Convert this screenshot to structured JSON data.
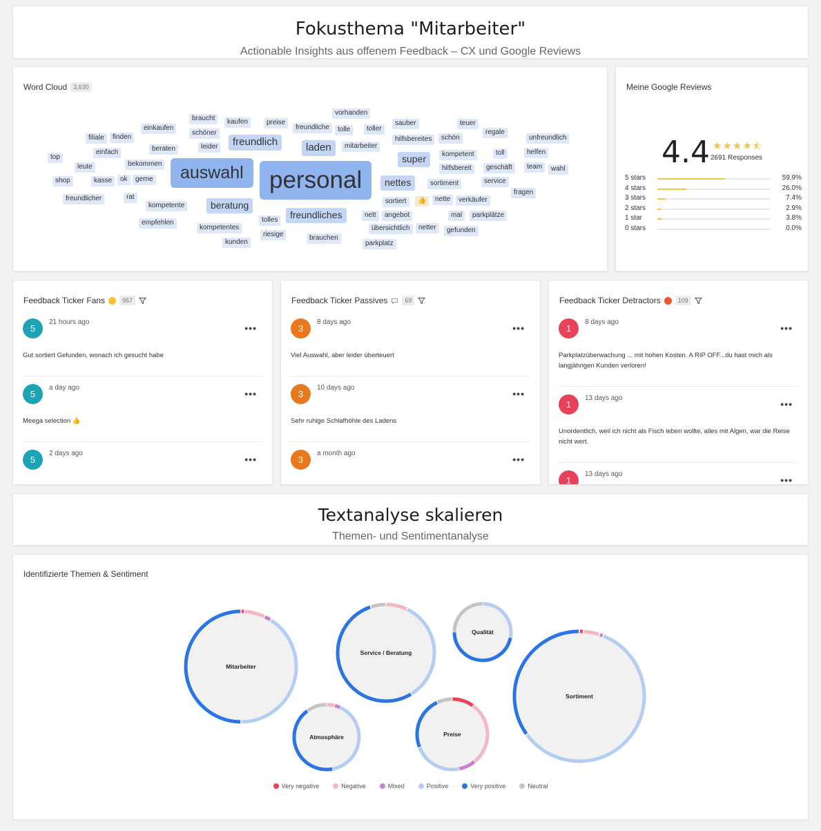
{
  "header1": {
    "title": "Fokusthema \"Mitarbeiter\"",
    "subtitle": "Actionable Insights aus offenem Feedback – CX und Google Reviews"
  },
  "wordcloud": {
    "title": "Word Cloud",
    "count": "3,630",
    "words": [
      {
        "text": "personal",
        "level": 1
      },
      {
        "text": "auswahl",
        "level": 1
      },
      {
        "text": "freundlich",
        "level": 2
      },
      {
        "text": "laden",
        "level": 2
      },
      {
        "text": "beratung",
        "level": 2
      },
      {
        "text": "freundliches",
        "level": 2
      },
      {
        "text": "super",
        "level": 2
      },
      {
        "text": "nettes",
        "level": 2
      },
      {
        "text": "braucht",
        "level": 3
      },
      {
        "text": "kaufen",
        "level": 3
      },
      {
        "text": "preise",
        "level": 3
      },
      {
        "text": "freundliche",
        "level": 3
      },
      {
        "text": "tolle",
        "level": 3
      },
      {
        "text": "toller",
        "level": 3
      },
      {
        "text": "vorhanden",
        "level": 3
      },
      {
        "text": "sauber",
        "level": 3
      },
      {
        "text": "teuer",
        "level": 3
      },
      {
        "text": "regale",
        "level": 3
      },
      {
        "text": "unfreundlich",
        "level": 3
      },
      {
        "text": "schöner",
        "level": 3
      },
      {
        "text": "einkaufen",
        "level": 3
      },
      {
        "text": "filiale",
        "level": 3
      },
      {
        "text": "finden",
        "level": 3
      },
      {
        "text": "einfach",
        "level": 3
      },
      {
        "text": "beraten",
        "level": 3
      },
      {
        "text": "leider",
        "level": 3
      },
      {
        "text": "top",
        "level": 3
      },
      {
        "text": "leute",
        "level": 3
      },
      {
        "text": "bekommen",
        "level": 3
      },
      {
        "text": "shop",
        "level": 3
      },
      {
        "text": "kasse",
        "level": 3
      },
      {
        "text": "ok",
        "level": 3
      },
      {
        "text": "gerne",
        "level": 3
      },
      {
        "text": "freundlicher",
        "level": 3
      },
      {
        "text": "rat",
        "level": 3
      },
      {
        "text": "kompetente",
        "level": 3
      },
      {
        "text": "empfehlen",
        "level": 3
      },
      {
        "text": "kompetentes",
        "level": 3
      },
      {
        "text": "kunden",
        "level": 3
      },
      {
        "text": "tolles",
        "level": 3
      },
      {
        "text": "riesige",
        "level": 3
      },
      {
        "text": "brauchen",
        "level": 3
      },
      {
        "text": "mitarbeiter",
        "level": 3
      },
      {
        "text": "hilfsbereites",
        "level": 3
      },
      {
        "text": "schön",
        "level": 3
      },
      {
        "text": "kompetent",
        "level": 3
      },
      {
        "text": "toll",
        "level": 3
      },
      {
        "text": "helfen",
        "level": 3
      },
      {
        "text": "hilfsbereit",
        "level": 3
      },
      {
        "text": "geschäft",
        "level": 3
      },
      {
        "text": "team",
        "level": 3
      },
      {
        "text": "wahl",
        "level": 3
      },
      {
        "text": "sortiment",
        "level": 3
      },
      {
        "text": "service",
        "level": 3
      },
      {
        "text": "fragen",
        "level": 3
      },
      {
        "text": "sortiert",
        "level": 3
      },
      {
        "text": "nette",
        "level": 3
      },
      {
        "text": "verkäufer",
        "level": 3
      },
      {
        "text": "nett",
        "level": 3
      },
      {
        "text": "angebot",
        "level": 3
      },
      {
        "text": "mal",
        "level": 3
      },
      {
        "text": "parkplätze",
        "level": 3
      },
      {
        "text": "übersichtlich",
        "level": 3
      },
      {
        "text": "netter",
        "level": 3
      },
      {
        "text": "gefunden",
        "level": 3
      },
      {
        "text": "parkplatz",
        "level": 3
      },
      {
        "text": "👍",
        "level": 3
      }
    ]
  },
  "google": {
    "title": "Meine Google Reviews",
    "rating": "4.4",
    "stars": "★★★★⯪",
    "responses": "2691 Responses",
    "rows": [
      {
        "label": "5 stars",
        "value": 59.9,
        "pct": "59.9%"
      },
      {
        "label": "4 stars",
        "value": 26.0,
        "pct": "26.0%"
      },
      {
        "label": "3 stars",
        "value": 7.4,
        "pct": "7.4%"
      },
      {
        "label": "2 stars",
        "value": 2.9,
        "pct": "2.9%"
      },
      {
        "label": "1 star",
        "value": 3.8,
        "pct": "3.8%"
      },
      {
        "label": "0 stars",
        "value": 0.0,
        "pct": "0.0%"
      }
    ]
  },
  "fans": {
    "title": "Feedback Ticker Fans",
    "count": "957",
    "color": "#1ea3b5",
    "items": [
      {
        "score": "5",
        "time": "21 hours ago",
        "text": "Gut sortiert Gefunden, wonach ich gesucht habe"
      },
      {
        "score": "5",
        "time": "a day ago",
        "text": "Meega selection 👍"
      },
      {
        "score": "5",
        "time": "2 days ago",
        "text": ""
      }
    ]
  },
  "passives": {
    "title": "Feedback Ticker Passives",
    "count": "69",
    "color": "#e8781c",
    "items": [
      {
        "score": "3",
        "time": "8 days ago",
        "text": "Viel Auswahl, aber leider überteuert"
      },
      {
        "score": "3",
        "time": "10 days ago",
        "text": "Sehr ruhige Schlafhöhle des Ladens"
      },
      {
        "score": "3",
        "time": "a month ago",
        "text": ""
      }
    ]
  },
  "detractors": {
    "title": "Feedback Ticker Detractors",
    "count": "109",
    "color": "#e8425a",
    "items": [
      {
        "score": "1",
        "time": "8 days ago",
        "text": "Parkplatzüberwachung ... mit hohen Kosten. A RIP OFF...du hast mich als langjährigen Kunden verloren!"
      },
      {
        "score": "1",
        "time": "13 days ago",
        "text": "Unordentlich, weil ich nicht als Fisch leben wollte, alles mit Algen, war die Reise nicht wert."
      },
      {
        "score": "1",
        "time": "13 days ago",
        "text": ""
      }
    ]
  },
  "header2": {
    "title": "Textanalyse skalieren",
    "subtitle": "Themen- und Sentimentanalyse"
  },
  "themes_card": {
    "title": "Identifizierte Themen & Sentiment"
  },
  "colors": {
    "very_negative": "#e8425a",
    "negative": "#f6b6c4",
    "mixed": "#c77fd3",
    "positive": "#b3cdf5",
    "very_positive": "#2a74e3",
    "neutral": "#c4c4c4"
  },
  "chart_data": {
    "type": "pie",
    "title": "Identifizierte Themen & Sentiment",
    "legend": [
      "Very negative",
      "Negative",
      "Mixed",
      "Positive",
      "Very positive",
      "Neutral"
    ],
    "legend_placement": "bottom",
    "series": [
      {
        "name": "Mitarbeiter",
        "values": [
          1,
          6,
          2,
          41,
          50,
          0
        ]
      },
      {
        "name": "Service / Beratung",
        "values": [
          0,
          7,
          0,
          33,
          52,
          5
        ]
      },
      {
        "name": "Qualität",
        "values": [
          0,
          0,
          0,
          28,
          47,
          25
        ]
      },
      {
        "name": "Sortiment",
        "values": [
          1,
          4,
          1,
          59,
          35,
          0
        ]
      },
      {
        "name": "Atmosphäre",
        "values": [
          0,
          4,
          3,
          40,
          43,
          10
        ]
      },
      {
        "name": "Preise",
        "values": [
          10,
          29,
          8,
          22,
          24,
          7
        ]
      }
    ]
  }
}
